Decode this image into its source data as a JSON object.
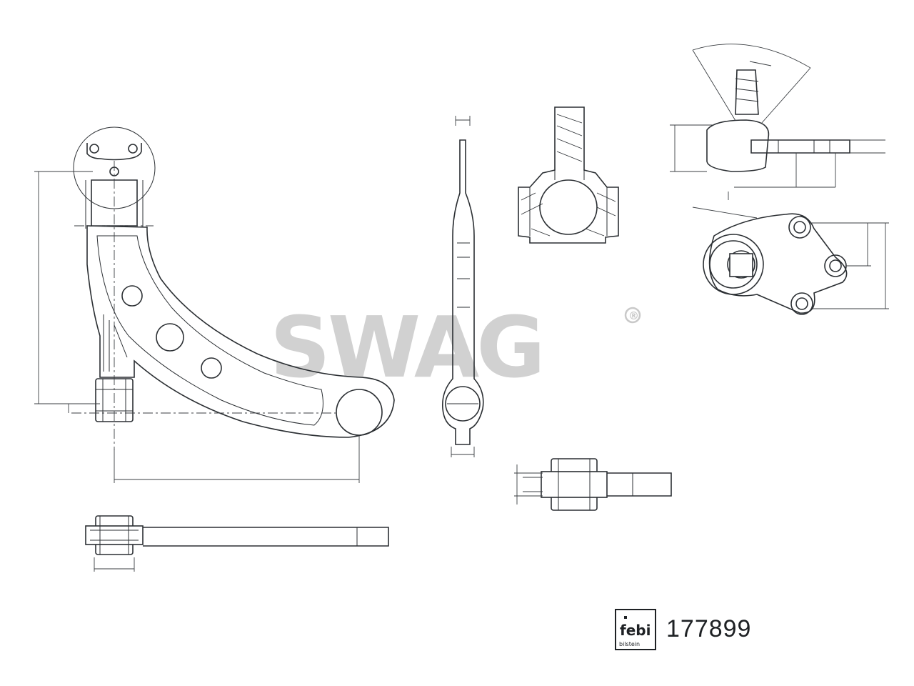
{
  "watermark": {
    "text": "SWAG",
    "registered": "®",
    "color": "#c9c9c9"
  },
  "brand": {
    "logo_word": "febi",
    "logo_subword": "bilstein"
  },
  "part_number": "177899",
  "colors": {
    "line": "#2b2f33",
    "background": "#ffffff"
  }
}
